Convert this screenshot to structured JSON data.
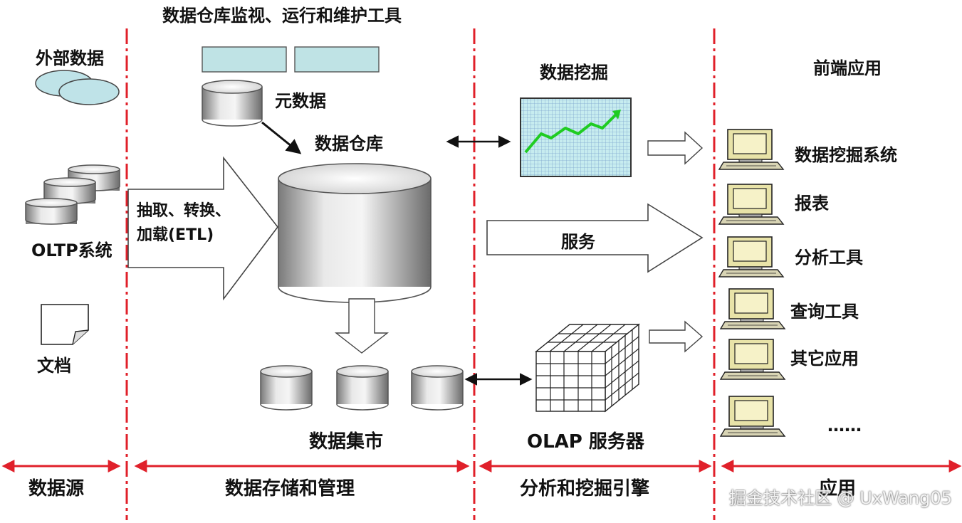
{
  "title": "数据仓库监视、运行和维护工具",
  "sources": {
    "external": "外部数据",
    "oltp": "OLTP系统",
    "docs": "文档"
  },
  "etl": {
    "line1": "抽取、转换、",
    "line2": "加载(ETL)"
  },
  "storage": {
    "metadata": "元数据",
    "warehouse": "数据仓库",
    "datamart": "数据集市"
  },
  "analysis": {
    "mining": "数据挖掘",
    "service": "服务",
    "olap": "OLAP 服务器"
  },
  "frontend": {
    "header": "前端应用",
    "apps": [
      "数据挖掘系统",
      "报表",
      "分析工具",
      "查询工具",
      "其它应用",
      "……"
    ]
  },
  "bottom_bar": {
    "sections": [
      "数据源",
      "数据存储和管理",
      "分析和挖掘引擎",
      "应用"
    ]
  },
  "watermark": "掘金技术社区 @ UxWang05",
  "colors": {
    "divider": "#e0202a",
    "bar_fill": "#bfe3e5",
    "ellipse_fill": "#bfe3e8",
    "chart_line": "#1fcc22",
    "chart_bg": "#bfe6ea"
  }
}
